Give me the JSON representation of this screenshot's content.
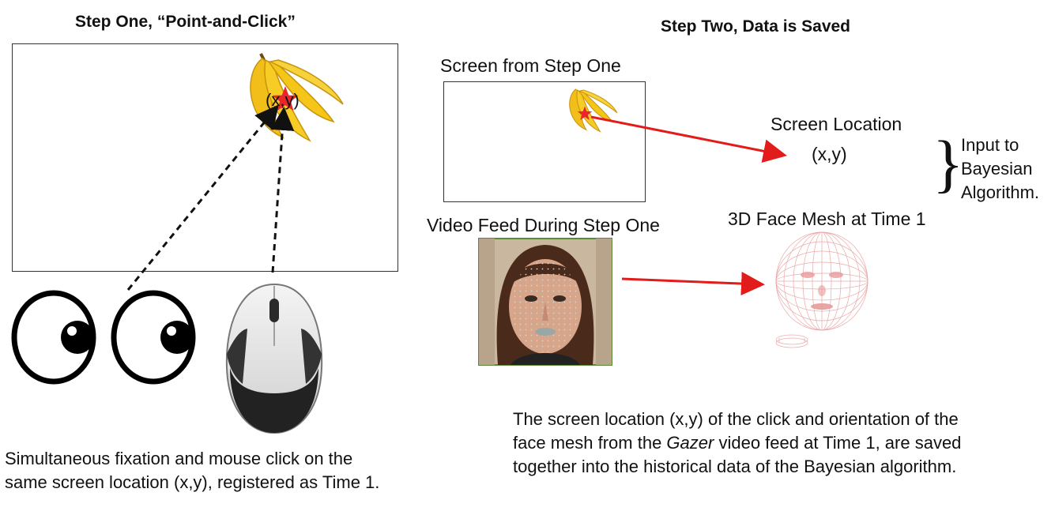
{
  "step_one": {
    "title": "Step One, “Point-and-Click”",
    "coord_label": "(x,y)",
    "caption": "Simultaneous fixation and mouse click on the same screen location (x,y), registered as Time 1."
  },
  "step_two": {
    "title": "Step Two, Data is Saved",
    "screen_label": "Screen from Step One",
    "screen_location_label": "Screen Location",
    "screen_location_value": "(x,y)",
    "input_label": "Input to Bayesian Algorithm.",
    "video_label": "Video Feed During Step One",
    "mesh_label": "3D Face Mesh at Time 1",
    "caption_part1": "The screen location (x,y) of the click and orientation of the face mesh from the ",
    "caption_italic": "Gazer",
    "caption_part2": " video feed at Time 1, are saved together into the historical data of the Bayesian algorithm."
  },
  "colors": {
    "arrow": "#e21b1b",
    "banana": "#f5c518",
    "star": "#e8262b",
    "mesh": "#e79a9a"
  },
  "icons": [
    "banana-icon",
    "star-icon",
    "eye-icon",
    "mouse-icon",
    "face-photo",
    "face-mesh-icon"
  ]
}
